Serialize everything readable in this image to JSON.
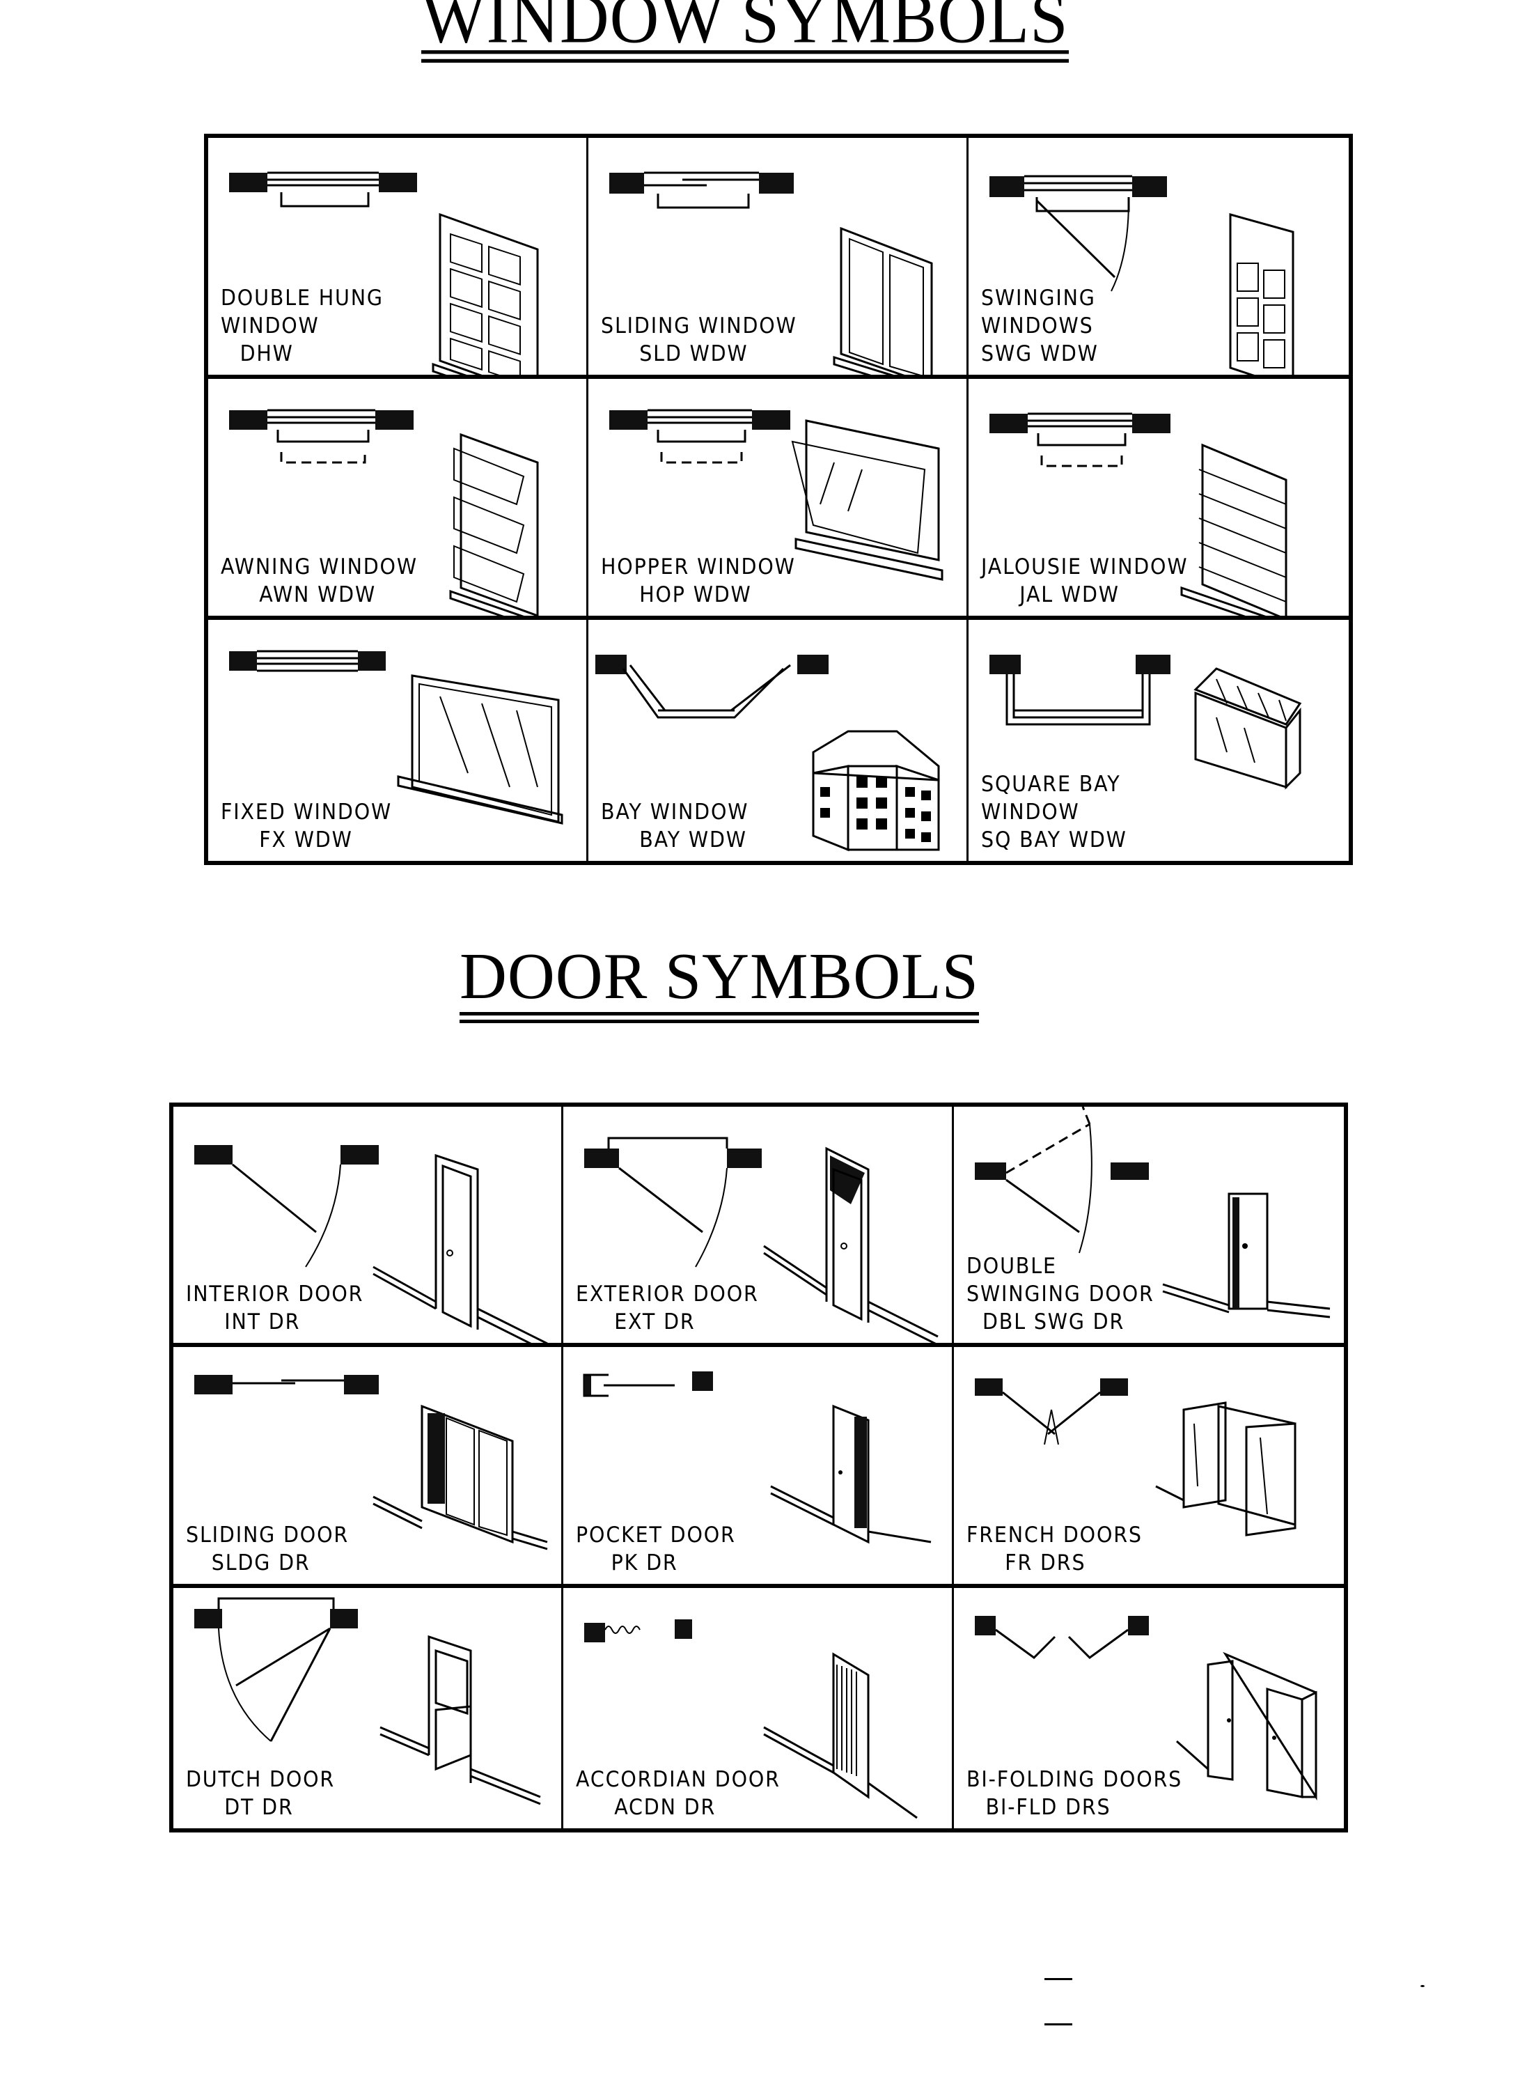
{
  "window_section": {
    "title": "WINDOW SYMBOLS",
    "items": [
      {
        "name": "DOUBLE HUNG",
        "name2": "WINDOW",
        "abbr": "DHW"
      },
      {
        "name": "SLIDING WINDOW",
        "name2": "",
        "abbr": "SLD WDW"
      },
      {
        "name": "SWINGING",
        "name2": "WINDOWS",
        "abbr": "SWG WDW"
      },
      {
        "name": "AWNING WINDOW",
        "name2": "",
        "abbr": "AWN WDW"
      },
      {
        "name": "HOPPER WINDOW",
        "name2": "",
        "abbr": "HOP WDW"
      },
      {
        "name": "JALOUSIE WINDOW",
        "name2": "",
        "abbr": "JAL WDW"
      },
      {
        "name": "FIXED WINDOW",
        "name2": "",
        "abbr": "FX WDW"
      },
      {
        "name": "BAY WINDOW",
        "name2": "",
        "abbr": "BAY WDW"
      },
      {
        "name": "SQUARE BAY",
        "name2": "WINDOW",
        "abbr": "SQ BAY WDW"
      }
    ]
  },
  "door_section": {
    "title": "DOOR SYMBOLS",
    "items": [
      {
        "name": "INTERIOR DOOR",
        "name2": "",
        "abbr": "INT DR"
      },
      {
        "name": "EXTERIOR DOOR",
        "name2": "",
        "abbr": "EXT DR"
      },
      {
        "name": "DOUBLE",
        "name2": "SWINGING DOOR",
        "abbr": "DBL SWG DR"
      },
      {
        "name": "SLIDING DOOR",
        "name2": "",
        "abbr": "SLDG DR"
      },
      {
        "name": "POCKET DOOR",
        "name2": "",
        "abbr": "PK DR"
      },
      {
        "name": "FRENCH DOORS",
        "name2": "",
        "abbr": "FR DRS"
      },
      {
        "name": "DUTCH DOOR",
        "name2": "",
        "abbr": "DT DR"
      },
      {
        "name": "ACCORDIAN DOOR",
        "name2": "",
        "abbr": "ACDN DR"
      },
      {
        "name": "BI-FOLDING DOORS",
        "name2": "",
        "abbr": "BI-FLD DRS"
      }
    ]
  },
  "colors": {
    "ink": "#000000",
    "paper": "#ffffff"
  }
}
